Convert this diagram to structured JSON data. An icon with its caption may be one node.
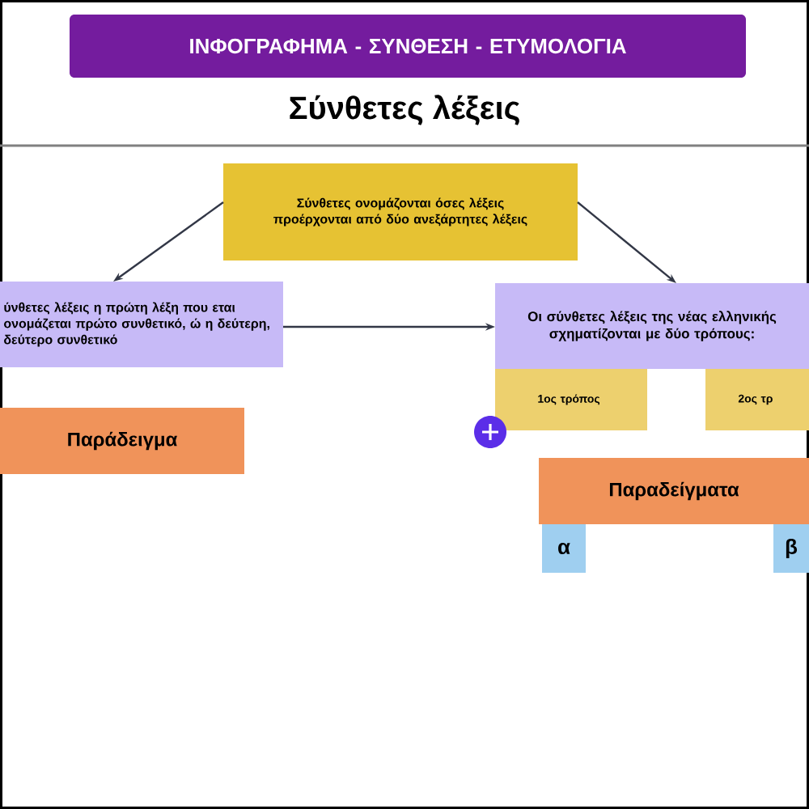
{
  "diagram": {
    "title": "Σύνθετες λέξεις",
    "nodes": [
      {
        "text": [
          "ΙΝΦΟΓΡΑΦΗΜΑ - ΣΥΝΘΕΣΗ - ΕΤΥΜΟΛΟΓΙΑ"
        ]
      },
      {
        "text": [
          "Σύνθετες ονομάζονται όσες λέξεις προέρχονται από δύο ανεξάρτητες λέξεις"
        ]
      },
      {
        "text": [
          "ύνθετες λέξεις η πρώτη λέξη που εται ονομάζεται πρώτο συνθετικό, ώ η δεύτερη, δεύτερο συνθετικό"
        ]
      },
      {
        "text": [
          "Οι σύνθετες λέξεις της νέας ελληνικής σχηματίζονται με δύο τρόπους:"
        ]
      },
      {
        "text": [
          "1ος τρόπος"
        ]
      },
      {
        "text": [
          "2ος τρ"
        ]
      },
      {
        "text": [
          "Παράδειγμα"
        ]
      },
      {
        "text": [
          "Παραδείγματα"
        ]
      },
      {
        "text": [
          "α"
        ]
      },
      {
        "text": [
          "β"
        ]
      }
    ],
    "edges": [
      {
        "from": 1,
        "to": 2,
        "arrow": "to"
      },
      {
        "from": 1,
        "to": 3,
        "arrow": "to"
      },
      {
        "from": 2,
        "to": 3,
        "arrow": "to"
      }
    ]
  }
}
